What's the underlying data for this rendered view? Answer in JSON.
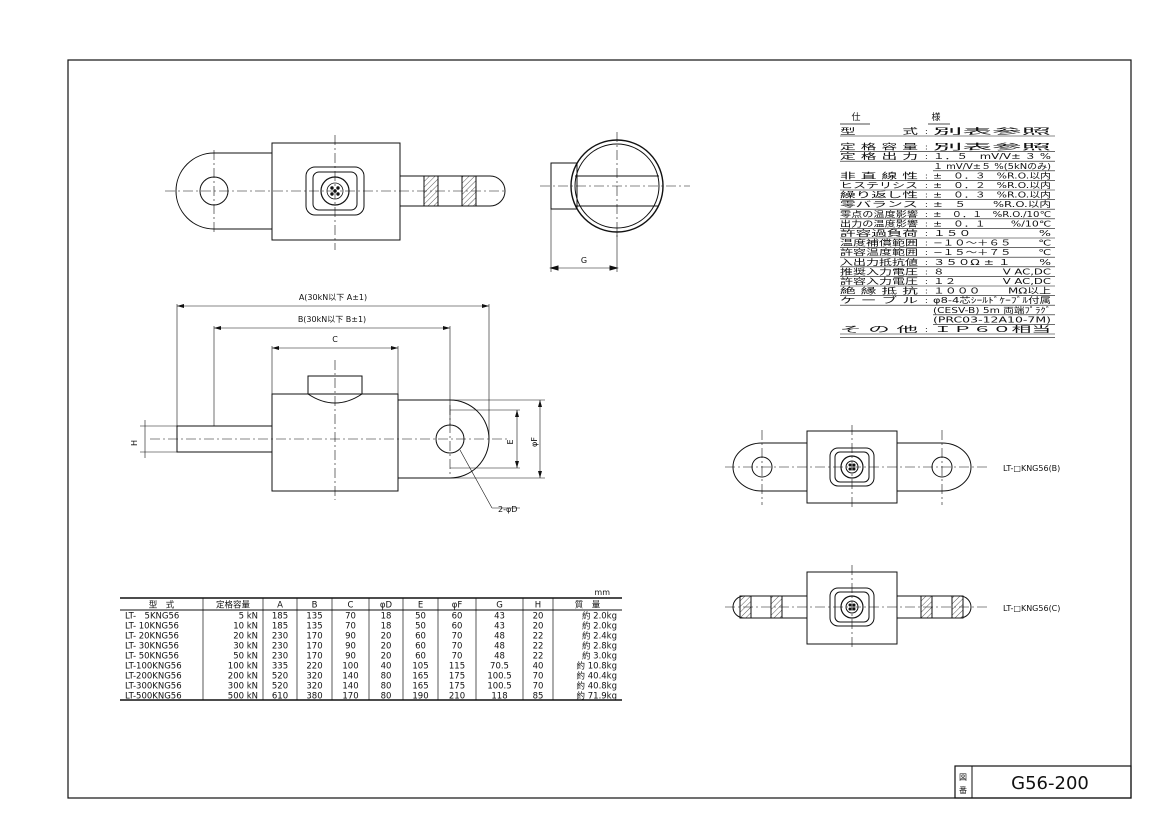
{
  "spec_sheet": {
    "title_left": "仕",
    "title_right": "様",
    "rows": [
      {
        "label": "型　　　式",
        "value": "別表参照"
      },
      {
        "label": "定 格 容 量",
        "value": "別表参照"
      },
      {
        "label": "定 格 出 力",
        "value": "１．５　mV/V± ３ %"
      },
      {
        "label": "",
        "value": "１ mV/V±５ %(5kNのみ)"
      },
      {
        "label": "非 直 線 性",
        "value": "±　０．３　%R.O.以内"
      },
      {
        "label": "ヒステリシス",
        "value": "±　０．２　%R.O.以内"
      },
      {
        "label": "繰り返し性",
        "value": "±　０．３　%R.O.以内"
      },
      {
        "label": "零バランス",
        "value": "±　５　　 %R.O.以内"
      },
      {
        "label": "零点の温度影響",
        "value": "±　０．１　%R.O./10℃"
      },
      {
        "label": "出力の温度影響",
        "value": "±　０．１　　 %/10℃"
      },
      {
        "label": "許容過負荷",
        "value": "１５０　　　　　 %"
      },
      {
        "label": "温度補償範囲",
        "value": "−１０～＋６５　　 ℃"
      },
      {
        "label": "許容温度範囲",
        "value": "−１５～＋７５　　 ℃"
      },
      {
        "label": "入出力抵抗値",
        "value": "３５０Ω ± １　　 %"
      },
      {
        "label": "推奨入力電圧",
        "value": "８　　　　　V AC,DC"
      },
      {
        "label": "許容入力電圧",
        "value": "１２　　　　V AC,DC"
      },
      {
        "label": "絶 縁 抵 抗",
        "value": "１０００　　 MΩ以上"
      },
      {
        "label": "ケ ー ブ ル",
        "value": "φ8-4芯ｼｰﾙﾄﾞｹｰﾌﾞﾙ付属"
      },
      {
        "label": "",
        "value": "(CESV-B) 5m 両端ﾌﾟﾗｸﾞ"
      },
      {
        "label": "",
        "value": "(PRC03-12A10-7M)"
      },
      {
        "label": "そ の 他",
        "value": "ＩＰ６０相当"
      }
    ]
  },
  "dims": {
    "A": "A(30kN以下 A±1)",
    "B": "B(30kN以下 B±1)",
    "C": "C",
    "G": "G",
    "H": "H",
    "E": "E",
    "phiF": "φF",
    "twoPhiD": "2-φD"
  },
  "variants": {
    "b": "LT-□KNG56(B)",
    "c": "LT-□KNG56(C)"
  },
  "table": {
    "unit": "mm",
    "headers": [
      "型　式",
      "定格容量",
      "A",
      "B",
      "C",
      "φD",
      "E",
      "φF",
      "G",
      "H",
      "質　量"
    ],
    "rows": [
      [
        "LT-　5KNG56",
        "5 kN",
        "185",
        "135",
        "70",
        "18",
        "50",
        "60",
        "43",
        "20",
        "約 2.0kg"
      ],
      [
        "LT- 10KNG56",
        "10 kN",
        "185",
        "135",
        "70",
        "18",
        "50",
        "60",
        "43",
        "20",
        "約 2.0kg"
      ],
      [
        "LT- 20KNG56",
        "20 kN",
        "230",
        "170",
        "90",
        "20",
        "60",
        "70",
        "48",
        "22",
        "約 2.4kg"
      ],
      [
        "LT- 30KNG56",
        "30 kN",
        "230",
        "170",
        "90",
        "20",
        "60",
        "70",
        "48",
        "22",
        "約 2.8kg"
      ],
      [
        "LT- 50KNG56",
        "50 kN",
        "230",
        "170",
        "90",
        "20",
        "60",
        "70",
        "48",
        "22",
        "約 3.0kg"
      ],
      [
        "LT-100KNG56",
        "100 kN",
        "335",
        "220",
        "100",
        "40",
        "105",
        "115",
        "70.5",
        "40",
        "約 10.8kg"
      ],
      [
        "LT-200KNG56",
        "200 kN",
        "520",
        "320",
        "140",
        "80",
        "165",
        "175",
        "100.5",
        "70",
        "約 40.4kg"
      ],
      [
        "LT-300KNG56",
        "300 kN",
        "520",
        "320",
        "140",
        "80",
        "165",
        "175",
        "100.5",
        "70",
        "約 40.8kg"
      ],
      [
        "LT-500KNG56",
        "500 kN",
        "610",
        "380",
        "170",
        "80",
        "190",
        "210",
        "118",
        "85",
        "約 71.9kg"
      ]
    ]
  },
  "title_block": {
    "label": "図番",
    "label_top": "図",
    "label_bottom": "番",
    "number": "G56-200"
  }
}
